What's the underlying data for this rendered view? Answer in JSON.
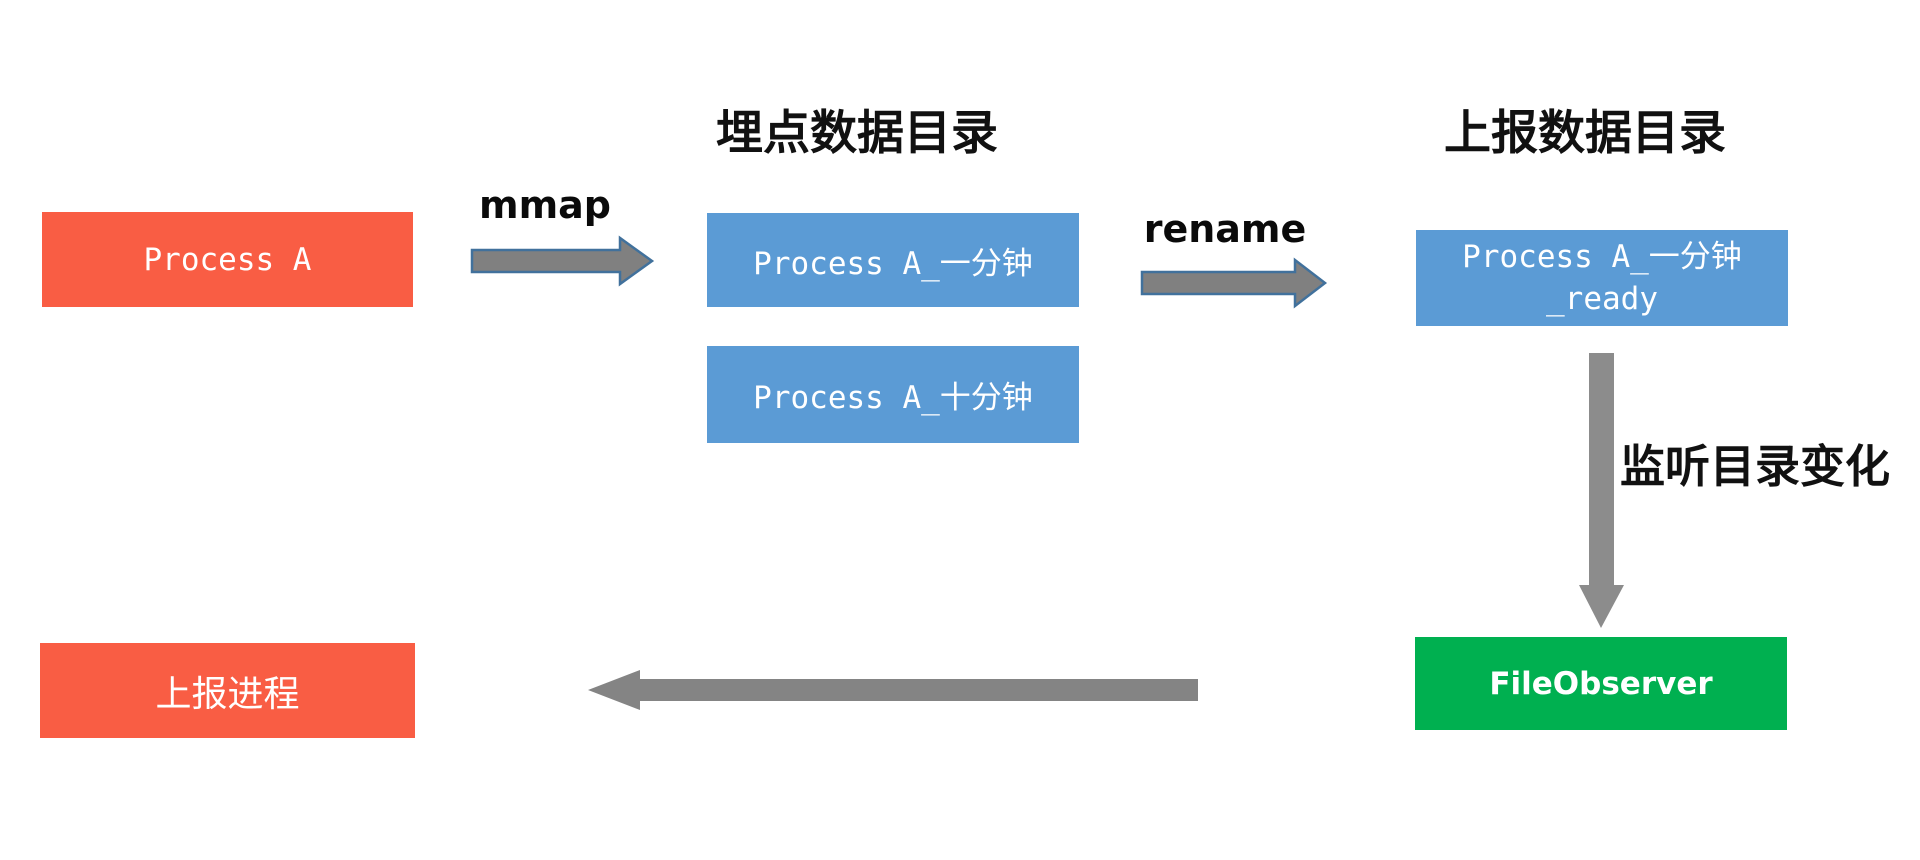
{
  "diagram": {
    "titles": {
      "staging_dir": "埋点数据目录",
      "report_dir": "上报数据目录"
    },
    "nodes": {
      "process_a": {
        "label": "Process A",
        "color": "#F95D44"
      },
      "one_minute": {
        "label": "Process A_一分钟",
        "color": "#5B9BD5"
      },
      "ten_minute": {
        "label": "Process A_十分钟",
        "color": "#5B9BD5"
      },
      "ready": {
        "label_line1": "Process A_一分钟",
        "label_line2": "_ready",
        "color": "#5B9BD5"
      },
      "file_observer": {
        "label": "FileObserver",
        "color": "#00B050"
      },
      "report_process": {
        "label": "上报进程",
        "color": "#F95D44"
      }
    },
    "edges": {
      "mmap": {
        "label": "mmap",
        "direction": "right"
      },
      "rename": {
        "label": "rename",
        "direction": "right"
      },
      "watch_dir": {
        "label": "监听目录变化",
        "direction": "down"
      },
      "notify_report": {
        "label": "",
        "direction": "left"
      }
    },
    "colors": {
      "box_red": "#F95D44",
      "box_blue": "#5B9BD5",
      "box_green": "#00B050",
      "arrow_gray": "#808080",
      "arrow_outline_blue": "#41719C",
      "text_black": "#111111",
      "text_white": "#FFFFFF",
      "background": "#FFFFFF"
    }
  }
}
